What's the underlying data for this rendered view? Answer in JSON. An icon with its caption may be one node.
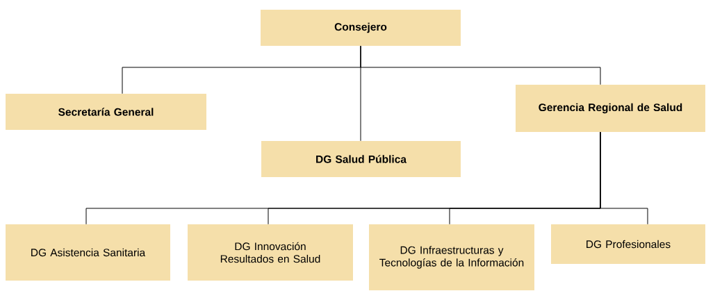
{
  "diagram": {
    "nodes": [
      {
        "text": [
          "Consejero"
        ]
      },
      {
        "text": [
          "Secretaría General"
        ]
      },
      {
        "text": [
          "Gerencia Regional de Salud"
        ]
      },
      {
        "text": [
          "DG Salud Pública"
        ]
      },
      {
        "text": [
          "DG Asistencia Sanitaria"
        ]
      },
      {
        "text": [
          "DG Innovación Resultados en Salud"
        ]
      },
      {
        "text": [
          "DG Infraestructuras y Tecnologías de la Información"
        ]
      },
      {
        "text": [
          "DG Profesionales"
        ]
      }
    ],
    "edges": [
      {
        "from": 0,
        "to": 1,
        "arrow": "none"
      },
      {
        "from": 0,
        "to": 2,
        "arrow": "none"
      },
      {
        "from": 0,
        "to": 3,
        "arrow": "none"
      },
      {
        "from": 2,
        "to": 4,
        "arrow": "none"
      },
      {
        "from": 2,
        "to": 5,
        "arrow": "none"
      },
      {
        "from": 2,
        "to": 6,
        "arrow": "none"
      },
      {
        "from": 2,
        "to": 7,
        "arrow": "none"
      }
    ]
  }
}
